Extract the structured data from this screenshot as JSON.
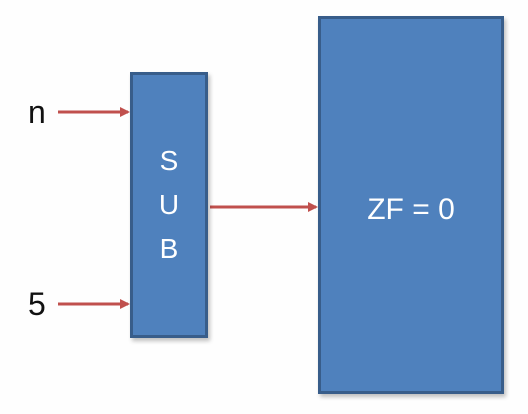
{
  "inputs": {
    "top_label": "n",
    "bottom_label": "5"
  },
  "sub_block": {
    "letters": [
      "S",
      "U",
      "B"
    ]
  },
  "flag_block": {
    "text": "ZF = 0"
  },
  "colors": {
    "box_fill": "#4f81bd",
    "box_border": "#385d8a",
    "arrow": "#c0504d"
  }
}
